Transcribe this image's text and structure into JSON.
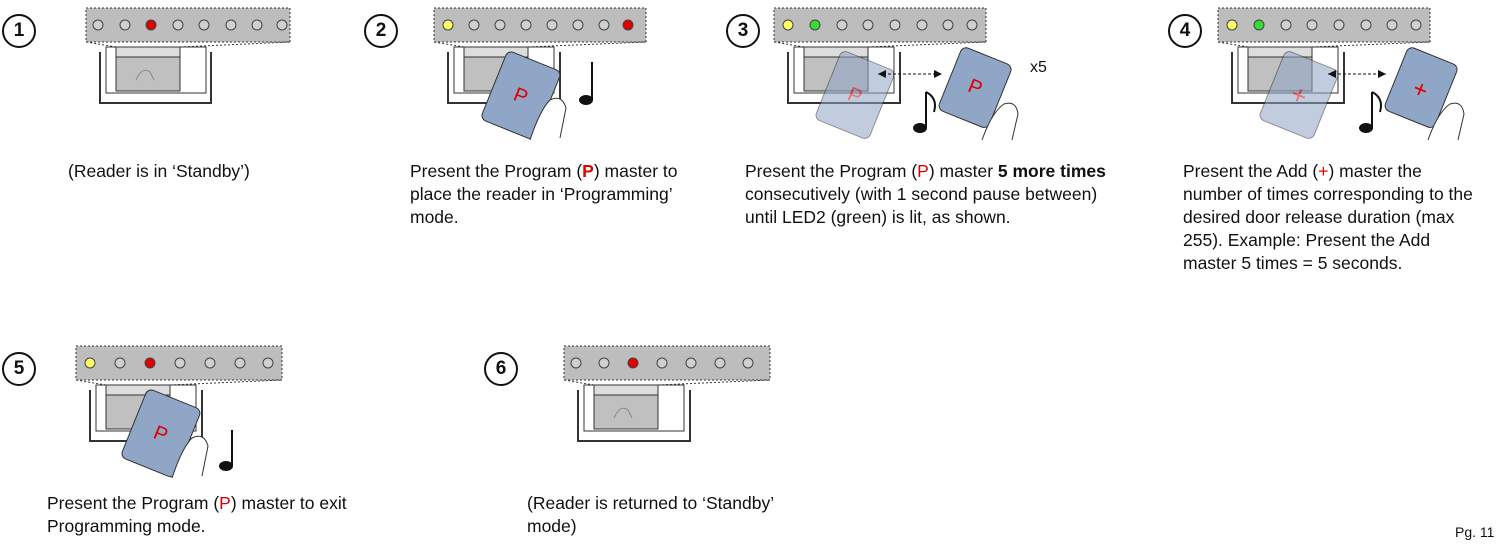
{
  "steps": [
    {
      "number": "1",
      "caption": "(Reader is in ‘Standby’)"
    },
    {
      "number": "2",
      "caption_parts": [
        "Present the Program (",
        "P",
        ") master to place the reader in ‘Programming’ mode."
      ]
    },
    {
      "number": "3",
      "caption_parts": [
        "Present the Program (",
        "P",
        ") master ",
        "5 more times",
        " consecutively (with 1 second pause between) until LED2 (green) is lit, as shown."
      ],
      "repeat_label": "x5"
    },
    {
      "number": "4",
      "caption_parts": [
        "Present the Add (",
        "+",
        ") master the number of times corresponding to the desired door release duration (max 255). Example: Present the Add master 5 times = 5 seconds."
      ]
    },
    {
      "number": "5",
      "caption_parts": [
        "Present the Program (",
        "P",
        ") master to exit Programming mode."
      ]
    },
    {
      "number": "6",
      "caption": "(Reader is returned to ‘Standby’ mode)"
    }
  ],
  "card_labels": {
    "program": "P",
    "add": "+"
  },
  "page_number": "Pg. 11",
  "colors": {
    "led_red": "#e00000",
    "led_yellow": "#ffff66",
    "led_green": "#33dd33",
    "led_off": "#d0d0d0",
    "card": "#8fa6c6",
    "panel": "#bdbdbd"
  }
}
